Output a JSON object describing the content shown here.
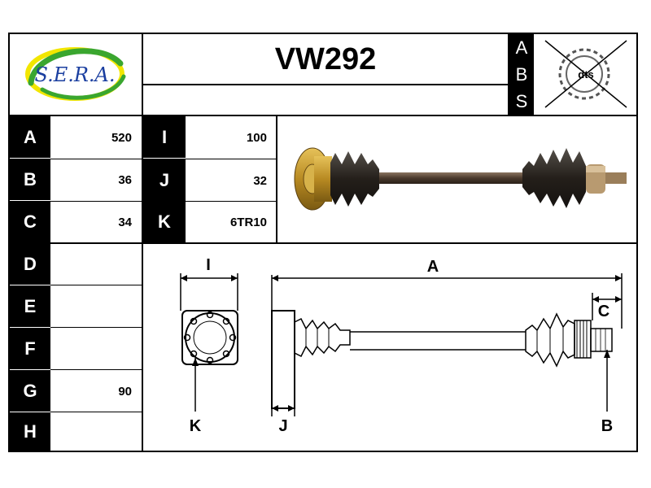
{
  "brand": {
    "logo_text": "S.E.R.A."
  },
  "part_code": "VW292",
  "abs_letters": [
    "A",
    "B",
    "S"
  ],
  "dts_logo_text": "dts",
  "spec_rows_left": [
    {
      "key": "A",
      "value": "520"
    },
    {
      "key": "B",
      "value": "36"
    },
    {
      "key": "C",
      "value": "34"
    },
    {
      "key": "D",
      "value": ""
    },
    {
      "key": "E",
      "value": ""
    },
    {
      "key": "F",
      "value": ""
    },
    {
      "key": "G",
      "value": "90"
    },
    {
      "key": "H",
      "value": ""
    }
  ],
  "spec_rows_right": [
    {
      "key": "I",
      "value": "100"
    },
    {
      "key": "J",
      "value": "32"
    },
    {
      "key": "K",
      "value": "6TR10"
    }
  ],
  "diagram_labels": {
    "A": "A",
    "B": "B",
    "C": "C",
    "I": "I",
    "J": "J",
    "K": "K"
  },
  "colors": {
    "logo_green": "#3aa62f",
    "logo_yellow": "#f2e600",
    "logo_text_blue": "#1b3fa0",
    "boot_dark": "#2b2620",
    "flange_gold": "#c9a035",
    "shaft": "#5a4a3a"
  }
}
